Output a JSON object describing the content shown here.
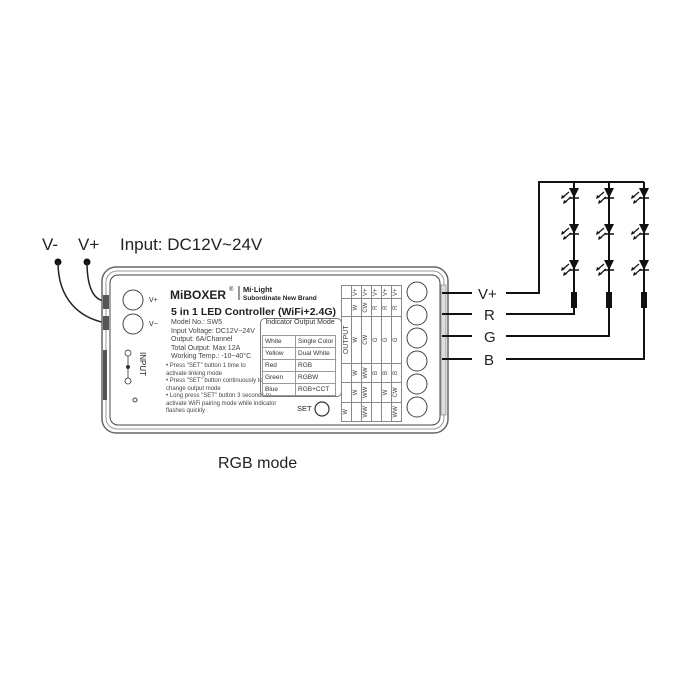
{
  "input": {
    "vminus": "V-",
    "vplus": "V+",
    "label": "Input: DC12V~24V"
  },
  "caption": "RGB mode",
  "controller": {
    "brand": "MiBOXER",
    "registered": "®",
    "sub_brand_1": "Mi·Light",
    "sub_brand_2": "Subordinate New Brand",
    "title": "5 in 1 LED Controller (WiFi+2.4G)",
    "terminal_vplus": "V+",
    "terminal_vminus": "V−",
    "input_label": "INPUT",
    "specs": [
      "Model No.: SW5",
      "Input Voltage: DC12V~24V",
      "Output: 6A/Channel",
      "Total Output: Max 12A",
      "Working Temp.: -10~40°C"
    ],
    "bullets": [
      "• Press \"SET\" button 1 time to activate linking mode",
      "• Press \"SET\" button continuously to change output mode",
      "• Long press \"SET\" button 3 seconds to activate WiFi pairing mode while indicator flashes quickly"
    ],
    "set_label": "SET",
    "indicator_title": "Indicator Output Mode",
    "indicator_rows": [
      [
        "White",
        "Single Color"
      ],
      [
        "Yellow",
        "Dual White"
      ],
      [
        "Red",
        "RGB"
      ],
      [
        "Green",
        "RGBW"
      ],
      [
        "Blue",
        "RGB+CCT"
      ]
    ],
    "output_label": "OUTPUT",
    "output_columns": [
      [
        "W",
        "",
        "",
        "",
        "",
        ""
      ],
      [
        "",
        "W",
        "W",
        "W",
        "W",
        "V+"
      ],
      [
        "WW",
        "WW",
        "WW",
        "CW",
        "CW",
        "V+"
      ],
      [
        "",
        "",
        "B",
        "G",
        "R",
        "V+"
      ],
      [
        "",
        "W",
        "B",
        "G",
        "R",
        "V+"
      ],
      [
        "WW",
        "CW",
        "B",
        "G",
        "R",
        "V+"
      ]
    ]
  },
  "wires": {
    "vplus": "V+",
    "r": "R",
    "g": "G",
    "b": "B"
  }
}
